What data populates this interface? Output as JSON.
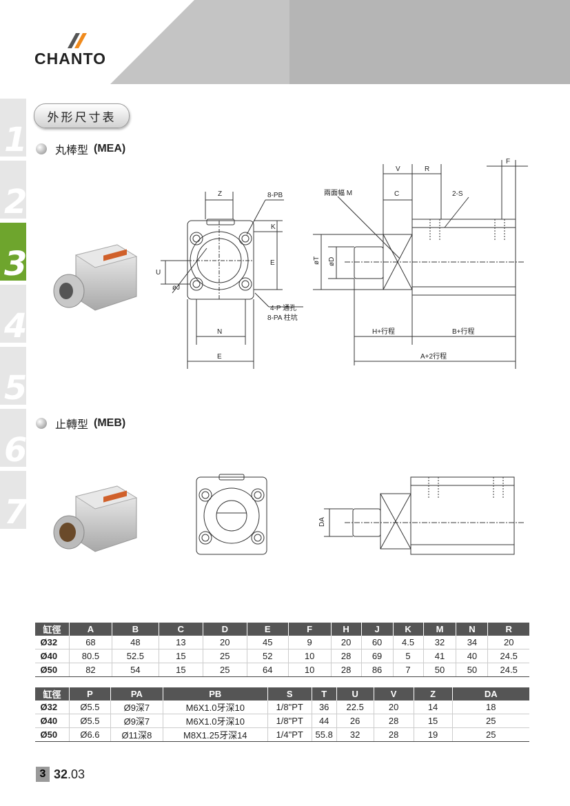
{
  "brand": {
    "logo_text": "CHANTO"
  },
  "chapter_tabs": [
    "1",
    "2",
    "3",
    "4",
    "5",
    "6",
    "7"
  ],
  "active_tab": "3",
  "page_title": "外形尺寸表",
  "sections": [
    {
      "name": "丸棒型",
      "code": "(MEA)"
    },
    {
      "name": "止轉型",
      "code": "(MEB)"
    }
  ],
  "labels": {
    "z": "Z",
    "pb": "8-PB",
    "k": "K",
    "u": "U",
    "j": "øJ",
    "e_side": "E",
    "p_through": "4-P 通孔",
    "pa_counter": "8-PA 柱坑",
    "n": "N",
    "e_bottom": "E",
    "width_across": "兩面幅 M",
    "v": "V",
    "r": "R",
    "f": "F",
    "c": "C",
    "s": "2-S",
    "t": "øT",
    "d": "øD",
    "h_stroke": "H+行程",
    "b_stroke": "B+行程",
    "a_stroke": "A+2行程",
    "da": "DA"
  },
  "table1": {
    "headers": [
      "缸徑",
      "A",
      "B",
      "C",
      "D",
      "E",
      "F",
      "H",
      "J",
      "K",
      "M",
      "N",
      "R"
    ],
    "rows": [
      [
        "Ø32",
        "68",
        "48",
        "13",
        "20",
        "45",
        "9",
        "20",
        "60",
        "4.5",
        "32",
        "34",
        "20"
      ],
      [
        "Ø40",
        "80.5",
        "52.5",
        "15",
        "25",
        "52",
        "10",
        "28",
        "69",
        "5",
        "41",
        "40",
        "24.5"
      ],
      [
        "Ø50",
        "82",
        "54",
        "15",
        "25",
        "64",
        "10",
        "28",
        "86",
        "7",
        "50",
        "50",
        "24.5"
      ]
    ]
  },
  "table2": {
    "headers": [
      "缸徑",
      "P",
      "PA",
      "PB",
      "S",
      "T",
      "U",
      "V",
      "Z",
      "DA"
    ],
    "rows": [
      [
        "Ø32",
        "Ø5.5",
        "Ø9深7",
        "M6X1.0牙深10",
        "1/8\"PT",
        "36",
        "22.5",
        "20",
        "14",
        "18"
      ],
      [
        "Ø40",
        "Ø5.5",
        "Ø9深7",
        "M6X1.0牙深10",
        "1/8\"PT",
        "44",
        "26",
        "28",
        "15",
        "25"
      ],
      [
        "Ø50",
        "Ø6.6",
        "Ø11深8",
        "M8X1.25牙深14",
        "1/4\"PT",
        "55.8",
        "32",
        "28",
        "19",
        "25"
      ]
    ]
  },
  "footer": {
    "chapter": "3",
    "page": "32",
    "sub": ".03"
  },
  "colors": {
    "accent": "#6ea52d",
    "header_gray": "#bdbdbd",
    "table_header": "#555555"
  }
}
